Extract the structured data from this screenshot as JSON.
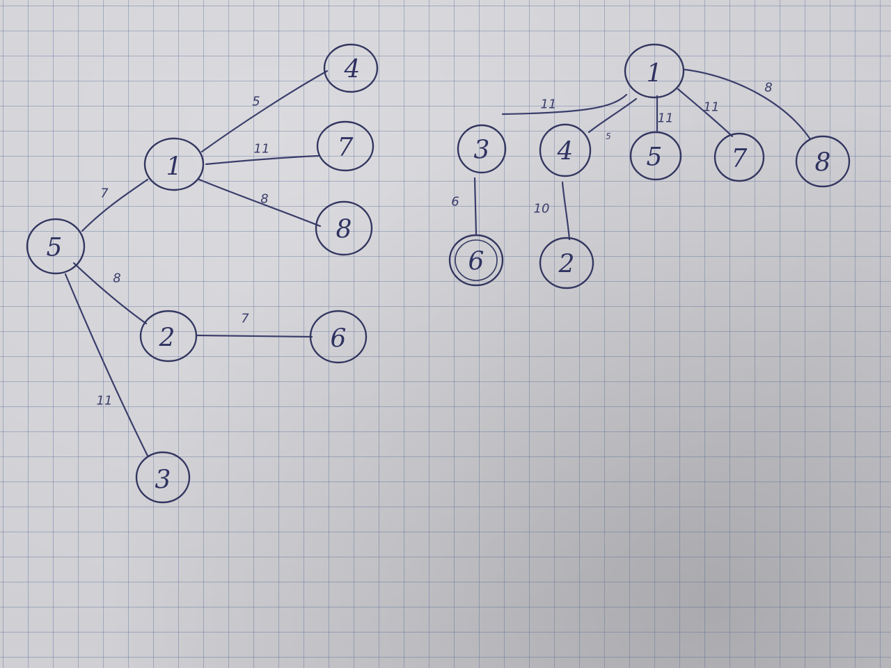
{
  "graph_left": {
    "nodes": {
      "n5": "5",
      "n1": "1",
      "n4": "4",
      "n7": "7",
      "n8": "8",
      "n2": "2",
      "n6": "6",
      "n3": "3"
    },
    "weights": {
      "e5_1": "7",
      "e1_4": "5",
      "e1_7": "11",
      "e1_8": "8",
      "e5_2": "8",
      "e2_6": "7",
      "e5_3": "11"
    }
  },
  "graph_right": {
    "nodes": {
      "n1": "1",
      "n3": "3",
      "n4": "4",
      "n5": "5",
      "n7": "7",
      "n8": "8",
      "n6": "6",
      "n2": "2"
    },
    "weights": {
      "e1_3": "11",
      "e1_4": "5",
      "e1_5": "11",
      "e1_7": "11",
      "e1_8": "8",
      "e3_6": "6",
      "e4_2": "10"
    }
  },
  "colors": {
    "ink": "#33365f",
    "paper": "#cfcfd4",
    "grid": "#465a8c"
  }
}
